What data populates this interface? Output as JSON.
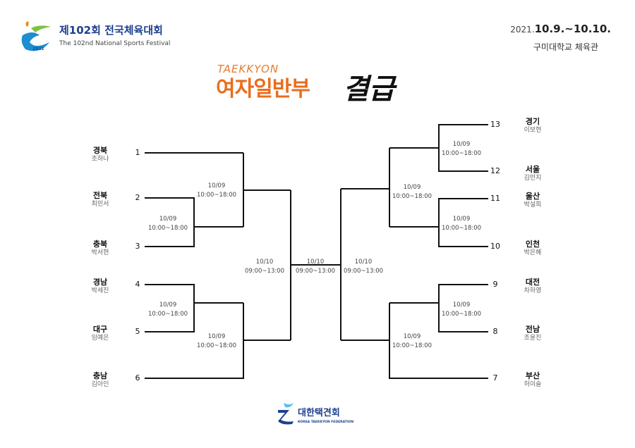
{
  "header": {
    "logo_title": "제102회 전국체육대회",
    "logo_subtitle": "The 102nd National Sports Festival",
    "logo_year": "2021",
    "date_prefix": "2021.",
    "date_range": "10.9.~10.10.",
    "venue": "구미대학교 체육관"
  },
  "title": {
    "brand": "TAEKKYON",
    "division": "여자일반부",
    "weight": "결급"
  },
  "left": [
    {
      "seed": "1",
      "region": "경북",
      "name": "조하나"
    },
    {
      "seed": "2",
      "region": "전북",
      "name": "최민서"
    },
    {
      "seed": "3",
      "region": "충북",
      "name": "박서현"
    },
    {
      "seed": "4",
      "region": "경남",
      "name": "박세진"
    },
    {
      "seed": "5",
      "region": "대구",
      "name": "임예은"
    },
    {
      "seed": "6",
      "region": "충남",
      "name": "김아인"
    }
  ],
  "right": [
    {
      "seed": "13",
      "region": "경기",
      "name": "이보현"
    },
    {
      "seed": "12",
      "region": "서울",
      "name": "김민지"
    },
    {
      "seed": "11",
      "region": "울산",
      "name": "박설희"
    },
    {
      "seed": "10",
      "region": "인천",
      "name": "박은혜"
    },
    {
      "seed": "9",
      "region": "대전",
      "name": "차하영"
    },
    {
      "seed": "8",
      "region": "전남",
      "name": "조윤진"
    },
    {
      "seed": "7",
      "region": "부산",
      "name": "허이슬"
    }
  ],
  "slots": {
    "d1": "10/09",
    "t1": "10:00~18:00",
    "d2": "10/10",
    "t2": "09:00~13:00"
  },
  "footer": {
    "org": "대한택견회",
    "org_en": "KOREA TAEKKYON FEDERATION"
  }
}
